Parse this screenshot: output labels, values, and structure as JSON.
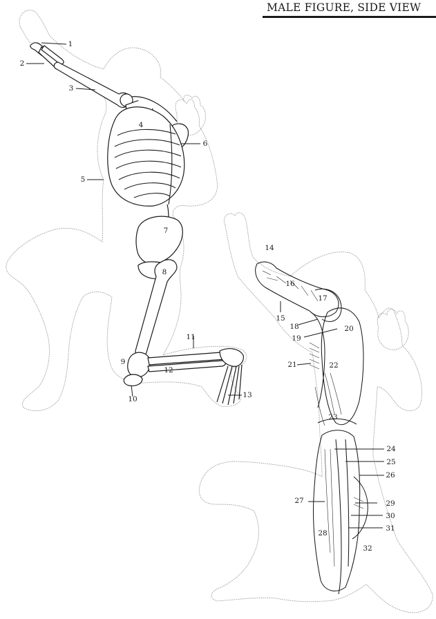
{
  "title": "MALE FIGURE, SIDE VIEW",
  "skeleton_labels": [
    "1",
    "2",
    "3",
    "4",
    "5",
    "6",
    "7",
    "8",
    "9",
    "10",
    "11",
    "12",
    "13"
  ],
  "muscle_labels": [
    "14",
    "15",
    "16",
    "17",
    "18",
    "19",
    "20",
    "21",
    "22",
    "23",
    "24",
    "25",
    "26",
    "27",
    "28",
    "29",
    "30",
    "31",
    "32"
  ]
}
